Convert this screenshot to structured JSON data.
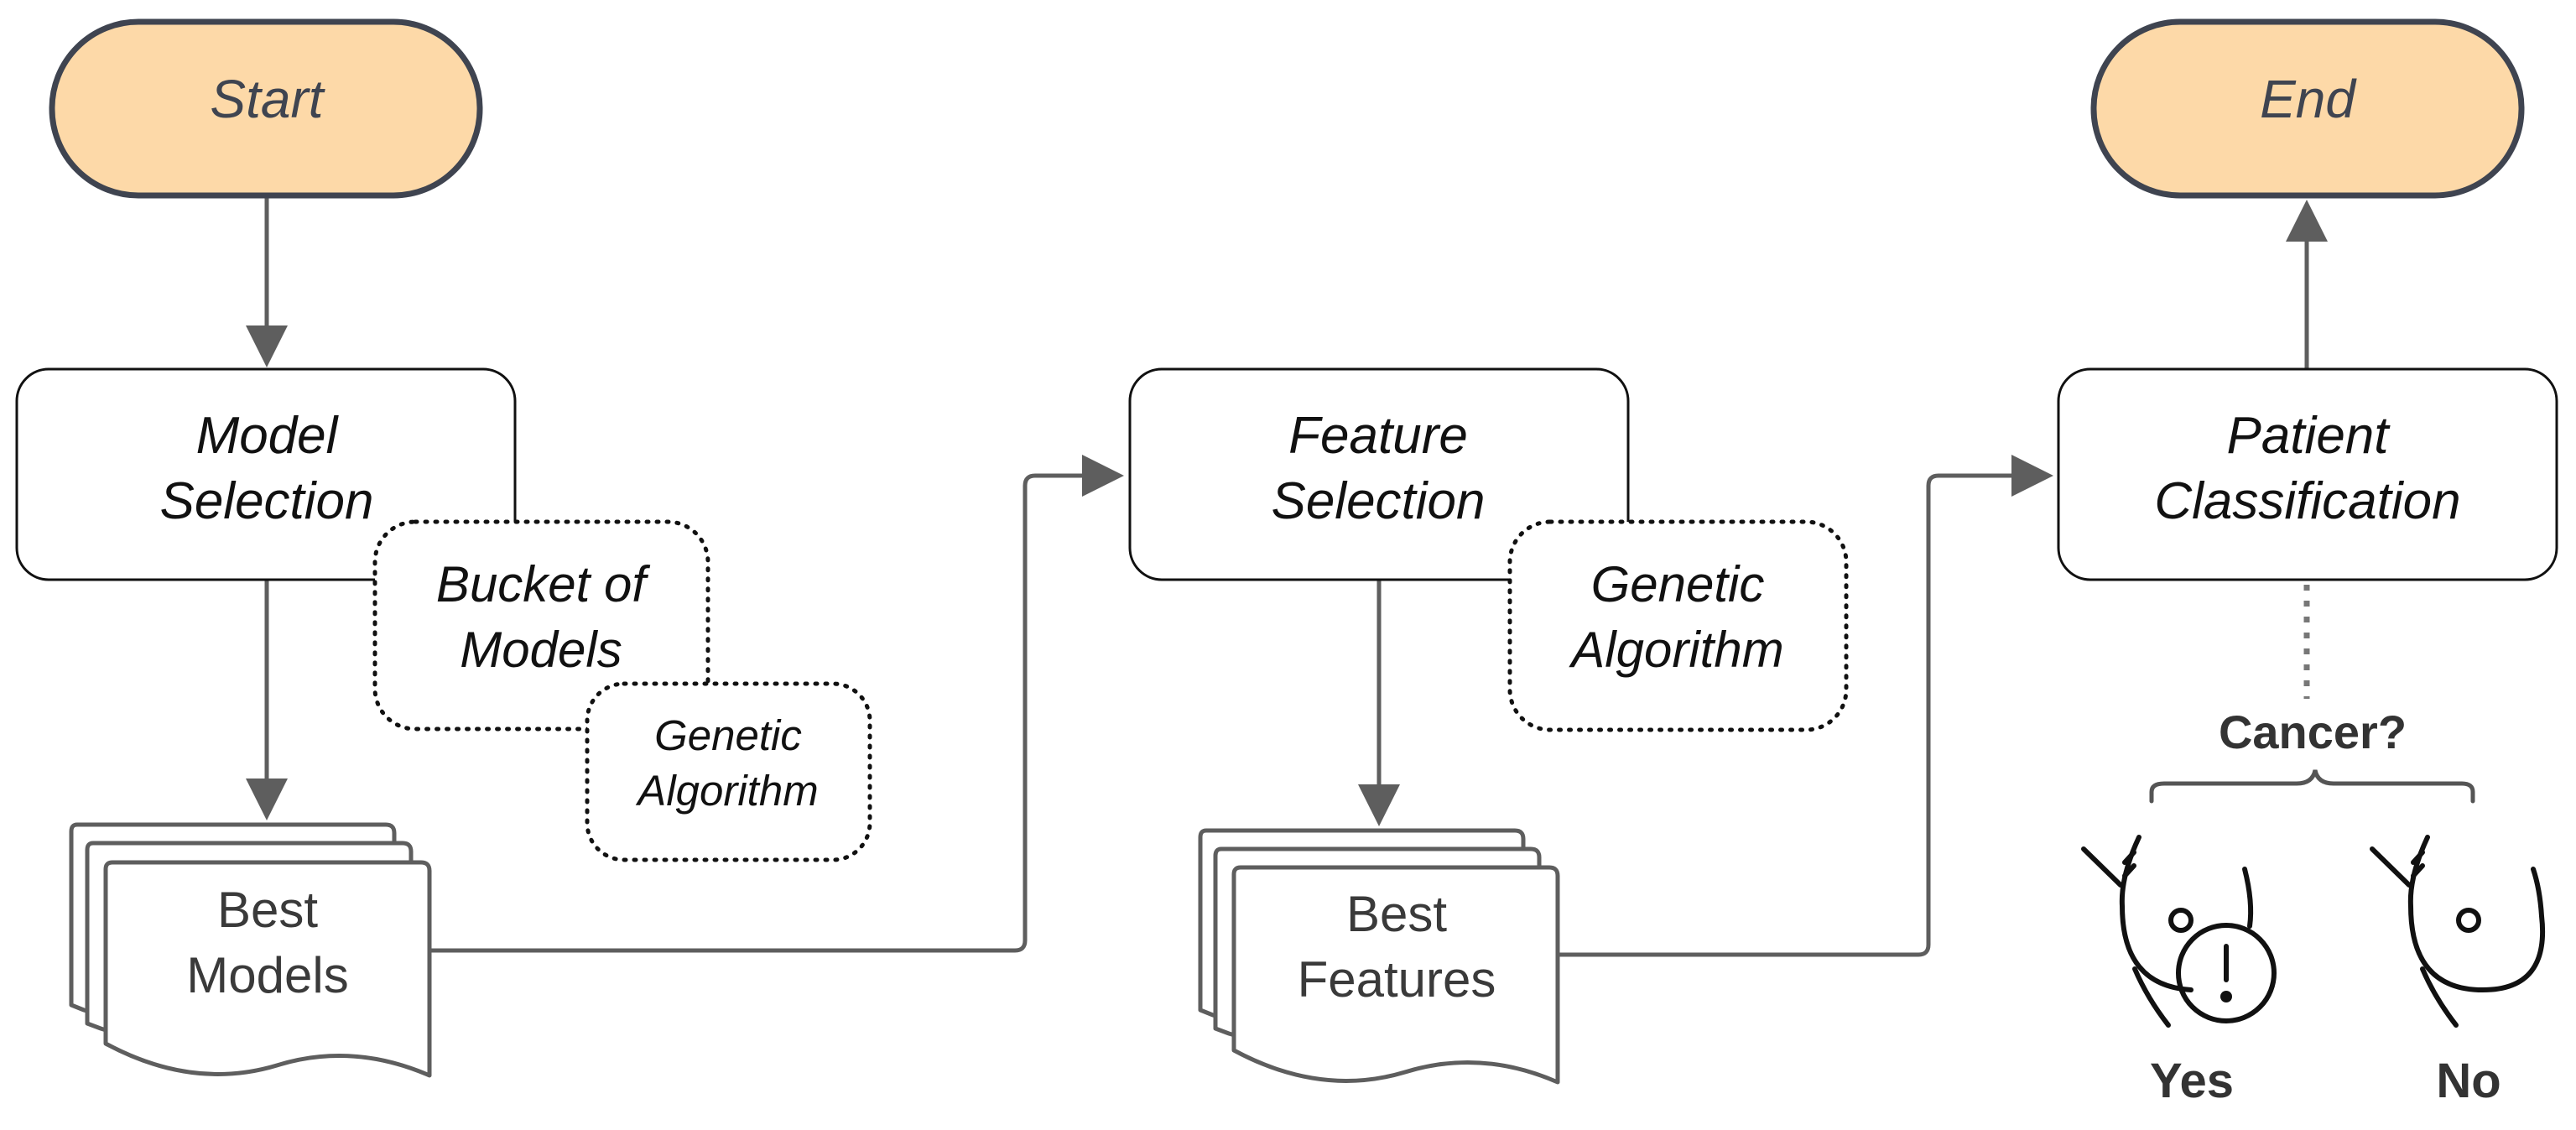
{
  "start": {
    "label": "Start"
  },
  "end": {
    "label": "End"
  },
  "model_selection": {
    "line1": "Model",
    "line2": "Selection"
  },
  "bucket_of_models": {
    "line1": "Bucket of",
    "line2": "Models"
  },
  "genetic_algorithm_small": {
    "line1": "Genetic",
    "line2": "Algorithm"
  },
  "best_models": {
    "line1": "Best",
    "line2": "Models"
  },
  "feature_selection": {
    "line1": "Feature",
    "line2": "Selection"
  },
  "genetic_algorithm_feature": {
    "line1": "Genetic",
    "line2": "Algorithm"
  },
  "best_features": {
    "line1": "Best",
    "line2": "Features"
  },
  "patient_classification": {
    "line1": "Patient",
    "line2": "Classification"
  },
  "question": "Cancer?",
  "outcomes": {
    "yes": "Yes",
    "no": "No"
  },
  "icons": {
    "yes": "breast-warning-icon",
    "no": "breast-icon"
  },
  "colors": {
    "terminal_fill": "#fdd9a8",
    "terminal_stroke": "#3f4450",
    "connector": "#5e5e5e"
  }
}
